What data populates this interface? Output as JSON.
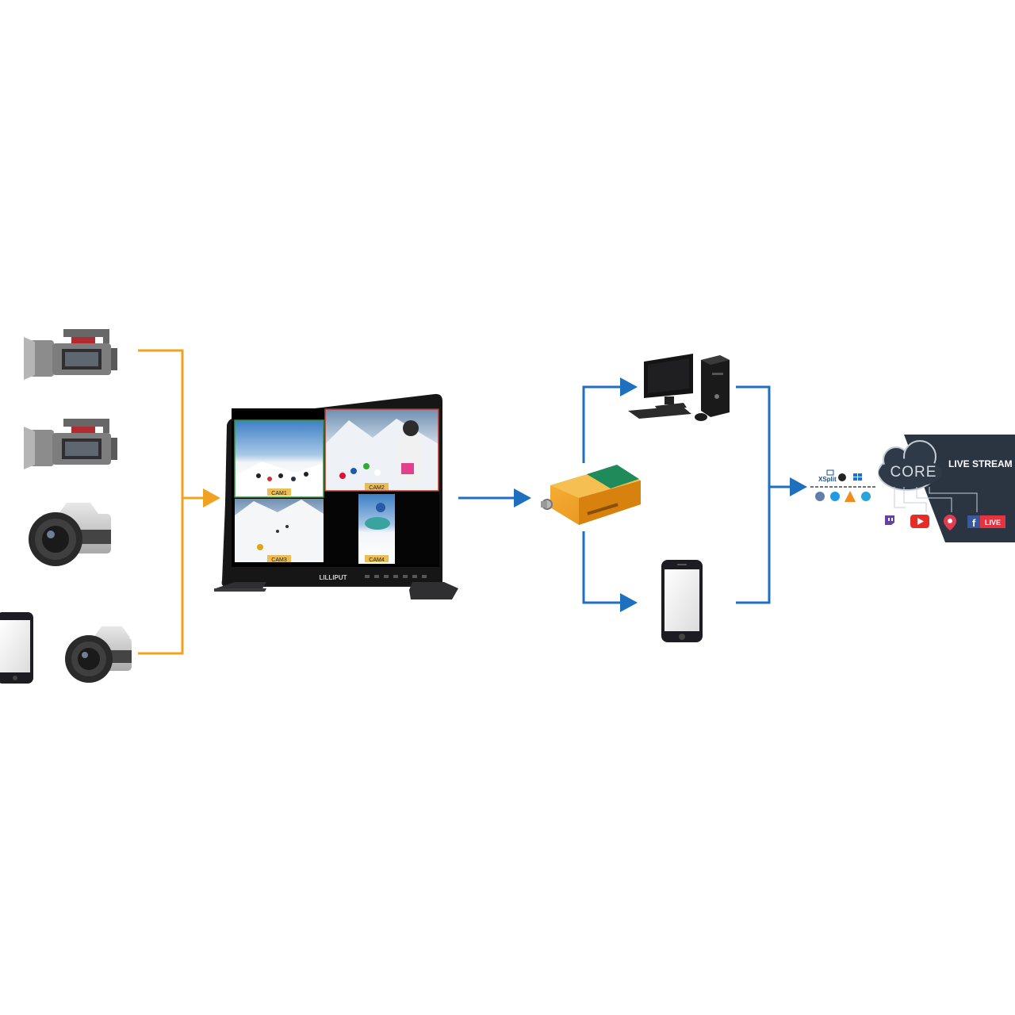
{
  "colors": {
    "input_arrow": "#f0a323",
    "output_arrow": "#1f6fbf",
    "banner_bg": "#2b3542",
    "cam_label": "#e7b33a"
  },
  "sources": [
    {
      "icon": "camcorder-icon"
    },
    {
      "icon": "camcorder-icon"
    },
    {
      "icon": "dslr-camera-icon"
    },
    {
      "icon": "smartphone-icon"
    },
    {
      "icon": "dslr-camera-icon"
    }
  ],
  "monitor": {
    "brand": "LILLIPUT",
    "quadrants": [
      {
        "label": "CAM1"
      },
      {
        "label": "CAM2"
      },
      {
        "label": "CAM3"
      },
      {
        "label": "CAM4"
      }
    ]
  },
  "encoder": {
    "icon": "usb-capture-box-icon"
  },
  "destinations": [
    {
      "icon": "desktop-pc-icon"
    },
    {
      "icon": "smartphone-icon"
    }
  ],
  "software": {
    "xsplit": "XSplit",
    "icons": [
      "obs-icon",
      "windows-icon",
      "vimeo-icon",
      "skype-icon",
      "vlc-icon",
      "quicktime-icon"
    ]
  },
  "banner": {
    "cloud_text": "CORE",
    "title": "LIVE STREAM",
    "platforms": [
      "twitch-icon",
      "youtube-icon",
      "periscope-icon",
      "facebook-icon"
    ],
    "fb_live": "LIVE"
  }
}
